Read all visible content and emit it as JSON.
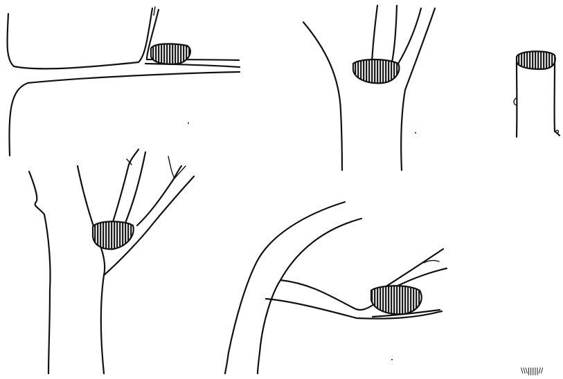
{
  "figure": {
    "panels": [
      {
        "id": "panel-1",
        "content": "branch-fork-with-gall"
      },
      {
        "id": "panel-2",
        "content": "branch-fork-with-gall"
      },
      {
        "id": "panel-3",
        "content": "stem-tip-with-gall"
      },
      {
        "id": "panel-4",
        "content": "branch-fork-with-gall"
      },
      {
        "id": "panel-5",
        "content": "branch-fork-with-gall"
      }
    ],
    "scale_mark": "\\\\\\|||||//",
    "colors": {
      "ink": "#111111",
      "background": "#ffffff"
    }
  }
}
